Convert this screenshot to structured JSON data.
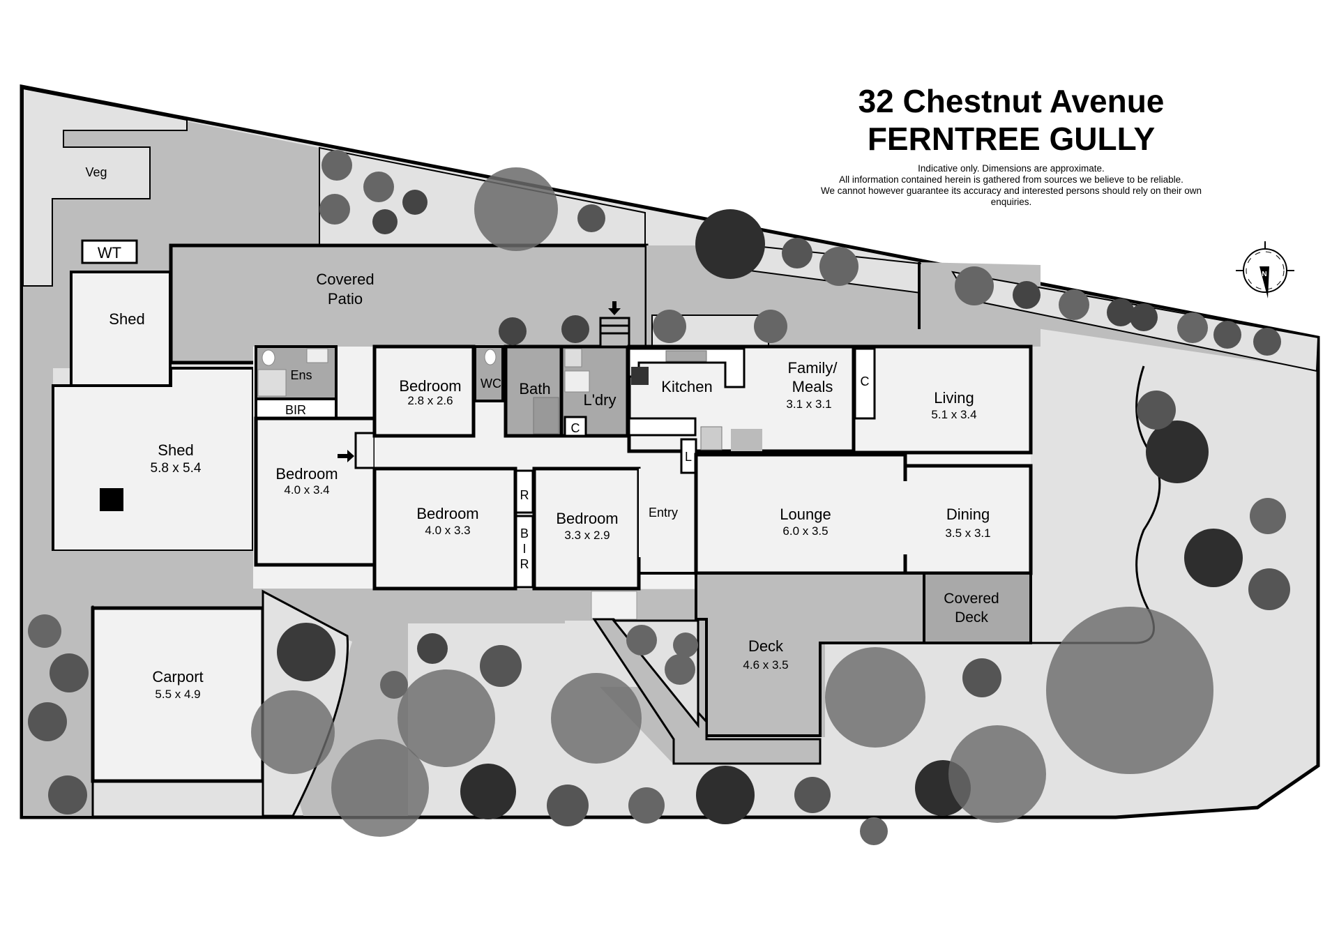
{
  "header": {
    "address_line": "32 Chestnut Avenue",
    "suburb_line": "FERNTREE GULLY",
    "disclaimer": [
      "Indicative only. Dimensions are approximate.",
      "All information contained herein is gathered from sources we believe to be reliable.",
      "We cannot however guarantee its accuracy and interested persons should rely on their own enquiries."
    ]
  },
  "compass": {
    "label": "N",
    "icon": "north-arrow-compass-icon"
  },
  "rooms": {
    "veg": {
      "name": "Veg"
    },
    "wt": {
      "name": "WT"
    },
    "shed_small": {
      "name": "Shed"
    },
    "covered_patio": {
      "name_line1": "Covered",
      "name_line2": "Patio"
    },
    "shed_large": {
      "name": "Shed",
      "dims": "5.8 x 5.4"
    },
    "ens": {
      "name": "Ens"
    },
    "bir_master": {
      "name": "BIR"
    },
    "bedroom_master": {
      "name": "Bedroom",
      "dims": "4.0 x 3.4"
    },
    "bedroom_2": {
      "name": "Bedroom",
      "dims": "2.8 x 2.6"
    },
    "wc": {
      "name": "WC"
    },
    "bath": {
      "name": "Bath"
    },
    "laundry": {
      "name": "L'dry"
    },
    "laundry_cupboard": {
      "name": "C"
    },
    "kitchen": {
      "name": "Kitchen"
    },
    "family_meals": {
      "name_line1": "Family/",
      "name_line2": "Meals",
      "dims": "3.1 x 3.1"
    },
    "living_cupboard": {
      "name": "C"
    },
    "living": {
      "name": "Living",
      "dims": "5.1 x 3.4"
    },
    "bedroom_3": {
      "name": "Bedroom",
      "dims": "4.0 x 3.3"
    },
    "robe_r": {
      "name": "R"
    },
    "bir_vertical": {
      "letters": [
        "B",
        "I",
        "R"
      ]
    },
    "bedroom_4": {
      "name": "Bedroom",
      "dims": "3.3 x 2.9"
    },
    "entry": {
      "name": "Entry"
    },
    "linen": {
      "name": "L"
    },
    "lounge": {
      "name": "Lounge",
      "dims": "6.0 x 3.5"
    },
    "dining": {
      "name": "Dining",
      "dims": "3.5 x 3.1"
    },
    "covered_deck": {
      "name_line1": "Covered",
      "name_line2": "Deck"
    },
    "deck": {
      "name": "Deck",
      "dims": "4.6 x 3.5"
    },
    "carport": {
      "name": "Carport",
      "dims": "5.5 x 4.9"
    }
  },
  "colors": {
    "background": "#ffffff",
    "garden": "#e2e2e2",
    "paving": "#bdbdbd",
    "interior": "#f2f2f2",
    "wet_area": "#a9a9a9",
    "wall": "#000000",
    "foliage_dark": "#2e2e2e",
    "foliage_mid": "#6a6a6a"
  }
}
